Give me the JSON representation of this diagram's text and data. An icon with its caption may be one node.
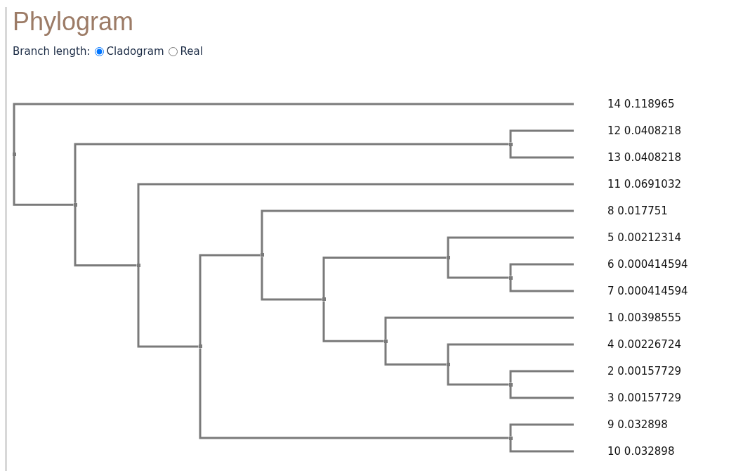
{
  "diagram": {
    "title": "Phylogram",
    "nodes": [
      {
        "text": [
          "14 0.118965"
        ]
      },
      {
        "text": [
          "12 0.0408218"
        ]
      },
      {
        "text": [
          "13 0.0408218"
        ]
      },
      {
        "text": [
          "11 0.0691032"
        ]
      },
      {
        "text": [
          "8 0.017751"
        ]
      },
      {
        "text": [
          "5 0.00212314"
        ]
      },
      {
        "text": [
          "6 0.000414594"
        ]
      },
      {
        "text": [
          "7 0.000414594"
        ]
      },
      {
        "text": [
          "1 0.00398555"
        ]
      },
      {
        "text": [
          "4 0.00226724"
        ]
      },
      {
        "text": [
          "2 0.00157729"
        ]
      },
      {
        "text": [
          "3 0.00157729"
        ]
      },
      {
        "text": [
          "9 0.032898"
        ]
      },
      {
        "text": [
          "10 0.032898"
        ]
      },
      {
        "text": [],
        "shape": "point"
      },
      {
        "text": [],
        "shape": "point"
      },
      {
        "text": [],
        "shape": "point"
      },
      {
        "text": [],
        "shape": "point"
      },
      {
        "text": [],
        "shape": "point"
      },
      {
        "text": [],
        "shape": "point"
      },
      {
        "text": [],
        "shape": "point"
      },
      {
        "text": [],
        "shape": "point"
      },
      {
        "text": [],
        "shape": "point"
      },
      {
        "text": [],
        "shape": "point"
      },
      {
        "text": [],
        "shape": "point"
      },
      {
        "text": [],
        "shape": "point"
      },
      {
        "text": [],
        "shape": "point"
      }
    ],
    "edges": [
      {
        "from": 14,
        "to": 0,
        "arrow": "none"
      },
      {
        "from": 14,
        "to": 15,
        "arrow": "none"
      },
      {
        "from": 15,
        "to": 23,
        "arrow": "none"
      },
      {
        "from": 15,
        "to": 16,
        "arrow": "none"
      },
      {
        "from": 23,
        "to": 1,
        "arrow": "none"
      },
      {
        "from": 23,
        "to": 2,
        "arrow": "none"
      },
      {
        "from": 16,
        "to": 3,
        "arrow": "none"
      },
      {
        "from": 16,
        "to": 17,
        "arrow": "none"
      },
      {
        "from": 17,
        "to": 18,
        "arrow": "none"
      },
      {
        "from": 17,
        "to": 26,
        "arrow": "none"
      },
      {
        "from": 18,
        "to": 4,
        "arrow": "none"
      },
      {
        "from": 18,
        "to": 19,
        "arrow": "none"
      },
      {
        "from": 19,
        "to": 21,
        "arrow": "none"
      },
      {
        "from": 19,
        "to": 20,
        "arrow": "none"
      },
      {
        "from": 21,
        "to": 5,
        "arrow": "none"
      },
      {
        "from": 21,
        "to": 24,
        "arrow": "none"
      },
      {
        "from": 24,
        "to": 6,
        "arrow": "none"
      },
      {
        "from": 24,
        "to": 7,
        "arrow": "none"
      },
      {
        "from": 20,
        "to": 8,
        "arrow": "none"
      },
      {
        "from": 20,
        "to": 22,
        "arrow": "none"
      },
      {
        "from": 22,
        "to": 9,
        "arrow": "none"
      },
      {
        "from": 22,
        "to": 25,
        "arrow": "none"
      },
      {
        "from": 25,
        "to": 10,
        "arrow": "none"
      },
      {
        "from": 25,
        "to": 11,
        "arrow": "none"
      },
      {
        "from": 26,
        "to": 12,
        "arrow": "none"
      },
      {
        "from": 26,
        "to": 13,
        "arrow": "none"
      }
    ],
    "labels": [
      "Branch length:",
      "Cladogram",
      "Real"
    ]
  }
}
